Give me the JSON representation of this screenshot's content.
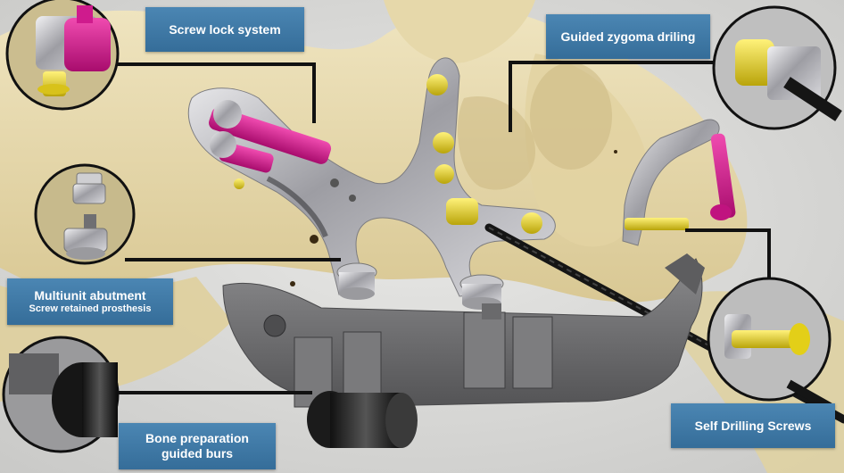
{
  "labels": {
    "screw_lock": "Screw lock system",
    "guided_zygoma": "Guided zygoma driling",
    "multiunit_title": "Multiunit abutment",
    "multiunit_sub": "Screw retained prosthesis",
    "bone_prep_line1": "Bone preparation",
    "bone_prep_line2": "guided burs",
    "self_drilling": "Self Drilling Screws"
  },
  "colors": {
    "label_bg": "#3f79a6",
    "bone": "#e9dcb2",
    "titanium": "#b8b8bc",
    "screw_magenta": "#d0138a",
    "screw_yellow": "#e6d21a",
    "guide_gray": "#6d6d6f",
    "leader_line": "#111111"
  }
}
